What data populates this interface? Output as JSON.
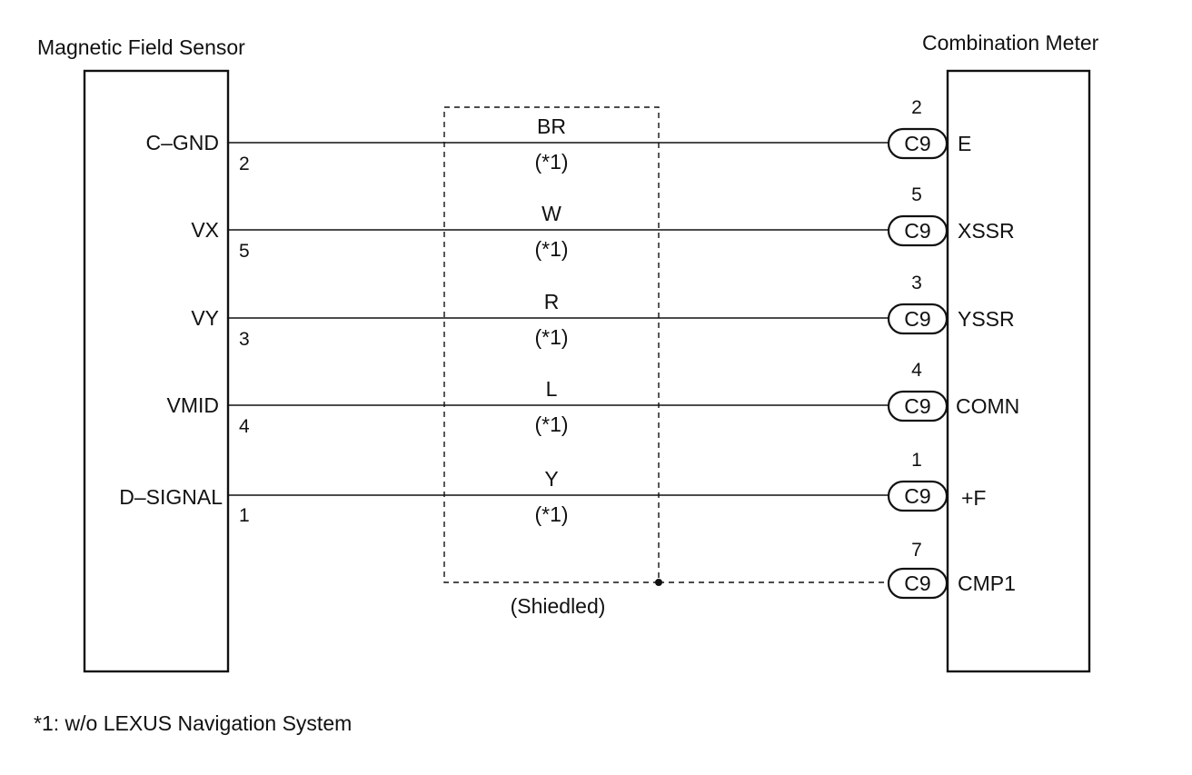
{
  "left_component": {
    "title": "Magnetic Field Sensor",
    "terminals": [
      {
        "name": "C–GND",
        "pin": "2"
      },
      {
        "name": "VX",
        "pin": "5"
      },
      {
        "name": "VY",
        "pin": "3"
      },
      {
        "name": "VMID",
        "pin": "4"
      },
      {
        "name": "D–SIGNAL",
        "pin": "1"
      }
    ]
  },
  "right_component": {
    "title": "Combination Meter",
    "terminals": [
      {
        "name": "E",
        "connector": "C9",
        "pin": "2"
      },
      {
        "name": "XSSR",
        "connector": "C9",
        "pin": "5"
      },
      {
        "name": "YSSR",
        "connector": "C9",
        "pin": "3"
      },
      {
        "name": "COMN",
        "connector": "C9",
        "pin": "4"
      },
      {
        "name": "+F",
        "connector": "C9",
        "pin": "1"
      },
      {
        "name": "CMP1",
        "connector": "C9",
        "pin": "7"
      }
    ]
  },
  "wires": [
    {
      "color": "BR",
      "note": "(*1)"
    },
    {
      "color": "W",
      "note": "(*1)"
    },
    {
      "color": "R",
      "note": "(*1)"
    },
    {
      "color": "L",
      "note": "(*1)"
    },
    {
      "color": "Y",
      "note": "(*1)"
    }
  ],
  "shield": {
    "label": "(Shiedled)"
  },
  "footnote": "*1: w/o LEXUS Navigation System"
}
